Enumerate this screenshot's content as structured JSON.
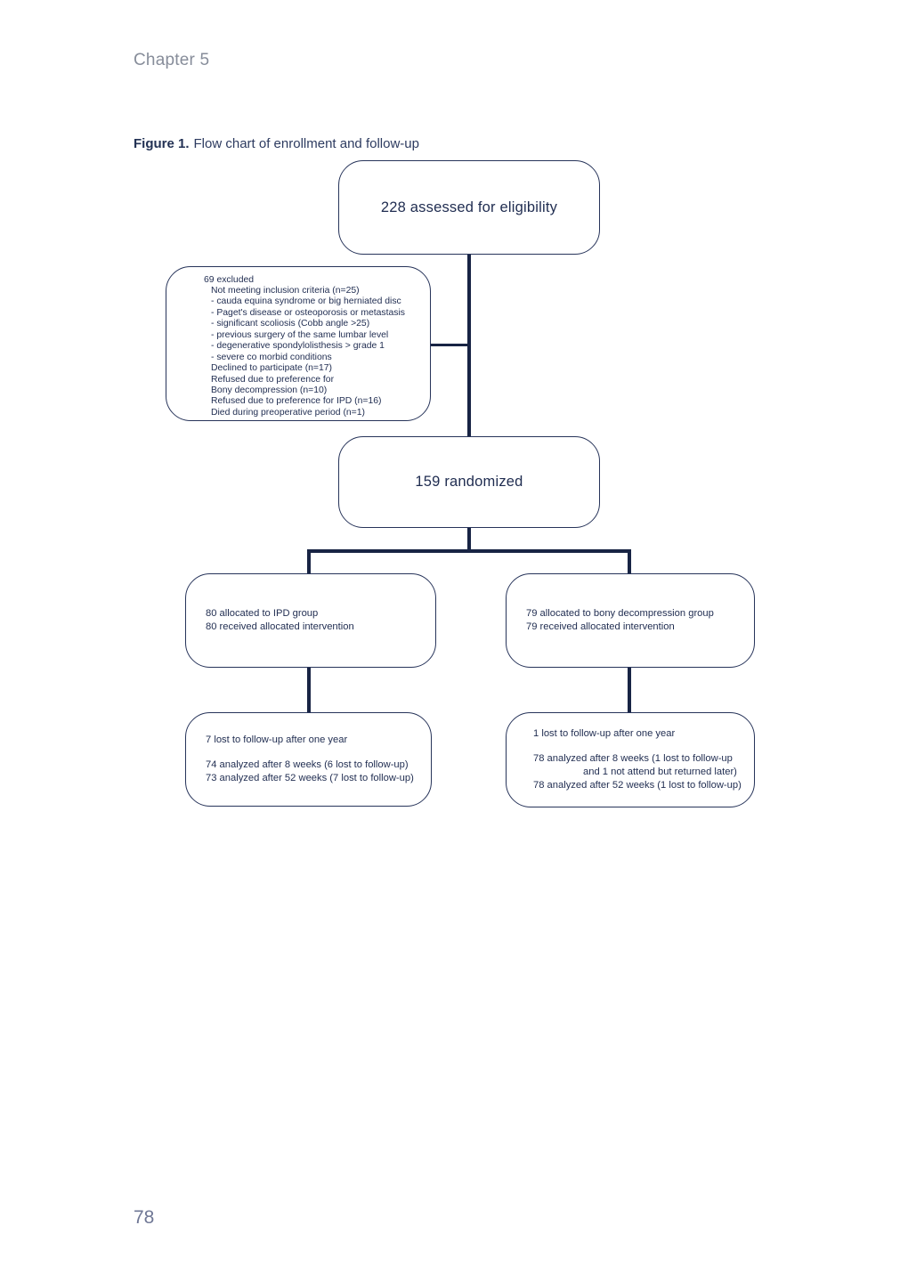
{
  "page": {
    "chapter_header": "Chapter 5",
    "page_number": "78"
  },
  "figure": {
    "caption_label": "Figure 1.",
    "caption_text": "Flow chart of enrollment and follow-up"
  },
  "flowchart": {
    "assessed": "228 assessed for eligibility",
    "excluded_lines": [
      "69 excluded",
      "Not meeting inclusion criteria (n=25)",
      "- cauda equina syndrome or big herniated disc",
      "- Paget's disease or osteoporosis or metastasis",
      "- significant scoliosis (Cobb angle >25)",
      "- previous surgery of the same lumbar level",
      "- degenerative spondylolisthesis > grade 1",
      "- severe co morbid conditions",
      "Declined to participate (n=17)",
      "Refused due to preference for",
      "Bony decompression (n=10)",
      "Refused due to preference for IPD (n=16)",
      "Died during preoperative period (n=1)"
    ],
    "randomized": "159 randomized",
    "allocation_ipd": [
      "80 allocated to IPD group",
      "80 received allocated intervention"
    ],
    "allocation_bony": [
      "79 allocated to bony decompression group",
      "79 received allocated intervention"
    ],
    "followup_ipd": [
      "7 lost to follow-up after one year",
      "74 analyzed after 8 weeks (6 lost to follow-up)",
      "73 analyzed after 52 weeks (7 lost to follow-up)"
    ],
    "followup_bony": [
      "1 lost to follow-up after one year",
      "78 analyzed after 8 weeks (1 lost to follow-up",
      "and 1 not attend but returned later)",
      "78 analyzed after 52 weeks (1 lost to follow-up)"
    ]
  },
  "colors": {
    "navy_text": "#1f2c50",
    "navy_border": "#27345a",
    "connector_line": "#182444",
    "chapter_gray": "#878d9a",
    "page_number_gray": "#6f7795"
  }
}
